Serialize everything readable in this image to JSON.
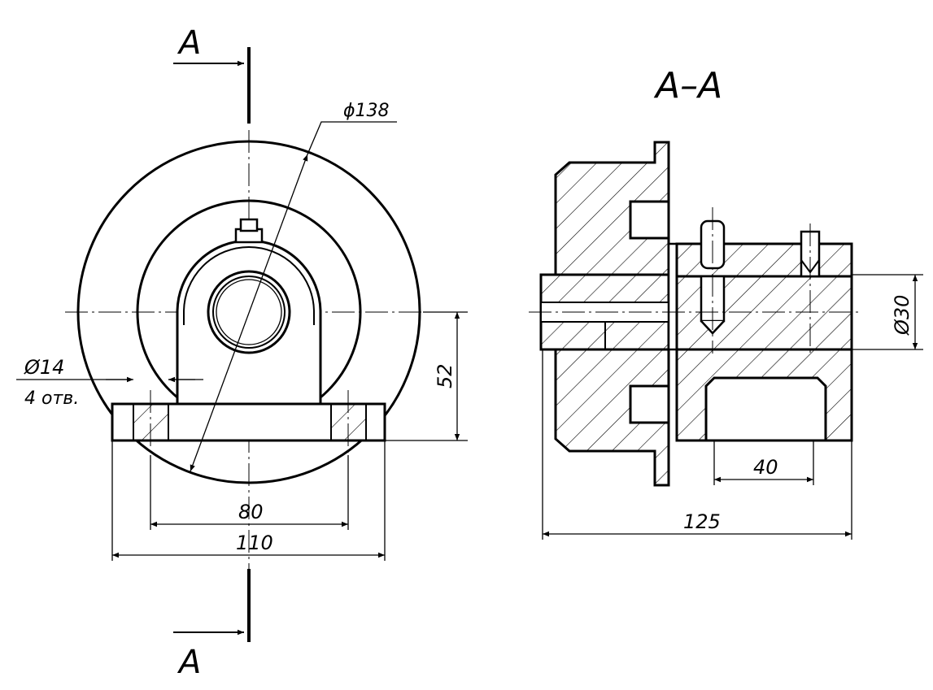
{
  "drawing": {
    "section_marker_top": "A",
    "section_marker_bottom": "A",
    "section_title": "A–A",
    "front_view": {
      "diameter_outer": "ϕ138",
      "hole_diameter": "Ø14",
      "hole_count": "4 отв.",
      "height_dim": "52",
      "hole_spacing": "80",
      "base_width": "110"
    },
    "section_view": {
      "bore_diameter": "Ø30",
      "cavity_width": "40",
      "overall_length": "125"
    },
    "colors": {
      "line": "#000000",
      "background": "#ffffff"
    }
  }
}
